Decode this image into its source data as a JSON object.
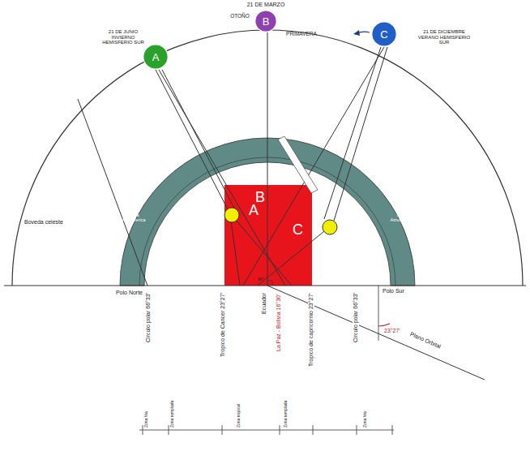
{
  "diagram": {
    "nodes": [
      {
        "text": [
          "A"
        ]
      },
      {
        "text": [
          "B"
        ]
      },
      {
        "text": [
          "C"
        ]
      },
      {
        "text": [
          "A",
          "B",
          "C"
        ]
      }
    ],
    "labels": [
      "21 DE MARZO",
      "OTOÑO",
      "PRIMAVERA",
      "21 DE JUNIO INVIERNO HEMISFERIO SUR",
      "21 DE DICIEMBRE VERANO HEMISFERIO SUR",
      "Boveda celeste",
      "Capa Atmosferica",
      "Capa Atmosferica",
      "Polo Norte",
      "Circulo polar 66°33'",
      "Tropico de Cancer 23°27'",
      "Ecuador",
      "La Paz - Bolivia 16°30'",
      "Tropico de capricornio 23°27'",
      "Circulo polar 66°33'",
      "Polo Sur",
      "23°27'",
      "Plano Orbital",
      "90°",
      "Zona fria",
      "Zona templada",
      "Zona tropical",
      "Zona templada",
      "Zona fria"
    ]
  }
}
